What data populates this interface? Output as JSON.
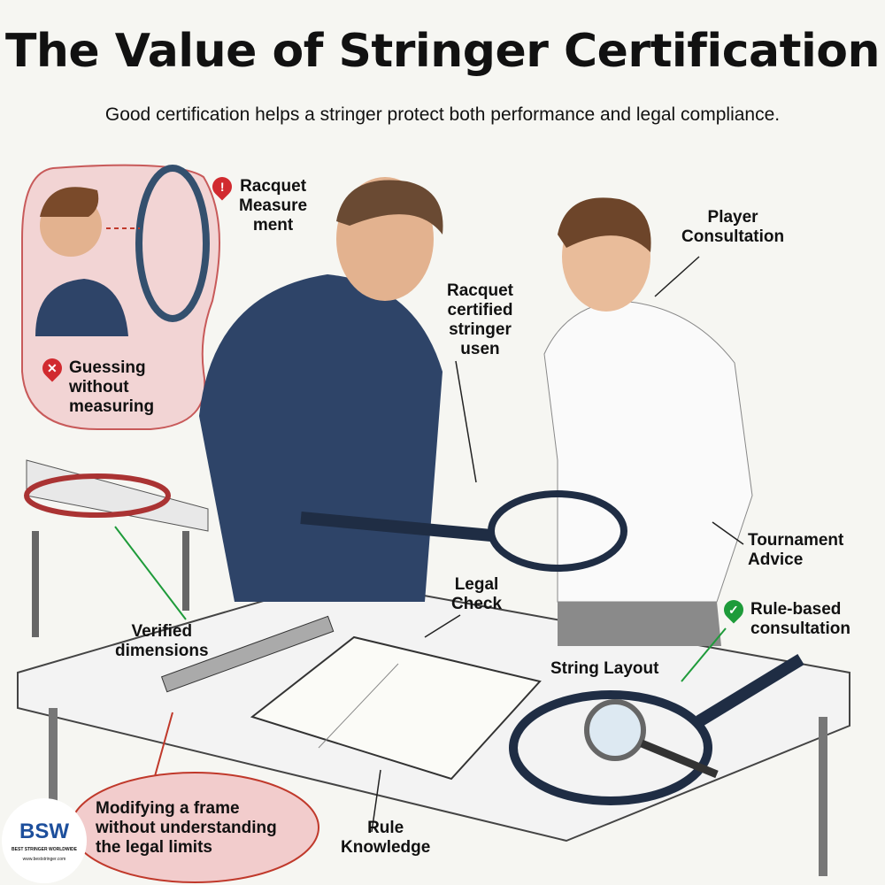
{
  "title": "The Value of Stringer Certification",
  "subtitle": "Good certification helps a stringer protect both performance and legal compliance.",
  "labels": {
    "racquet_measurement": "Racquet\nMeasure\nment",
    "guessing": "Guessing\nwithout\nmeasuring",
    "player_consultation": "Player\nConsultation",
    "certified_stringer": "Racquet\ncertified\nstringer\nusen",
    "tournament_advice": "Tournament\nAdvice",
    "legal_check": "Legal\nCheck",
    "rule_based": "Rule-based\nconsultation",
    "verified_dimensions": "Verified\ndimensions",
    "string_layout": "String Layout",
    "modifying_frame": "Modifying a frame\nwithout understanding\nthe legal limits",
    "rule_knowledge": "Rule\nKnowledge"
  },
  "icons": {
    "warning": "exclamation-pin-icon",
    "wrong": "x-pin-icon",
    "right": "check-pin-icon"
  },
  "colors": {
    "warning": "#d12a2f",
    "success": "#1e9b3a",
    "inset_bg": "#f2d4d4",
    "shirt": "#2e4468"
  },
  "logo": {
    "text": "BSW",
    "tagline": "BEST STRINGER WORLDWIDE",
    "url": "www.beststringer.com"
  }
}
